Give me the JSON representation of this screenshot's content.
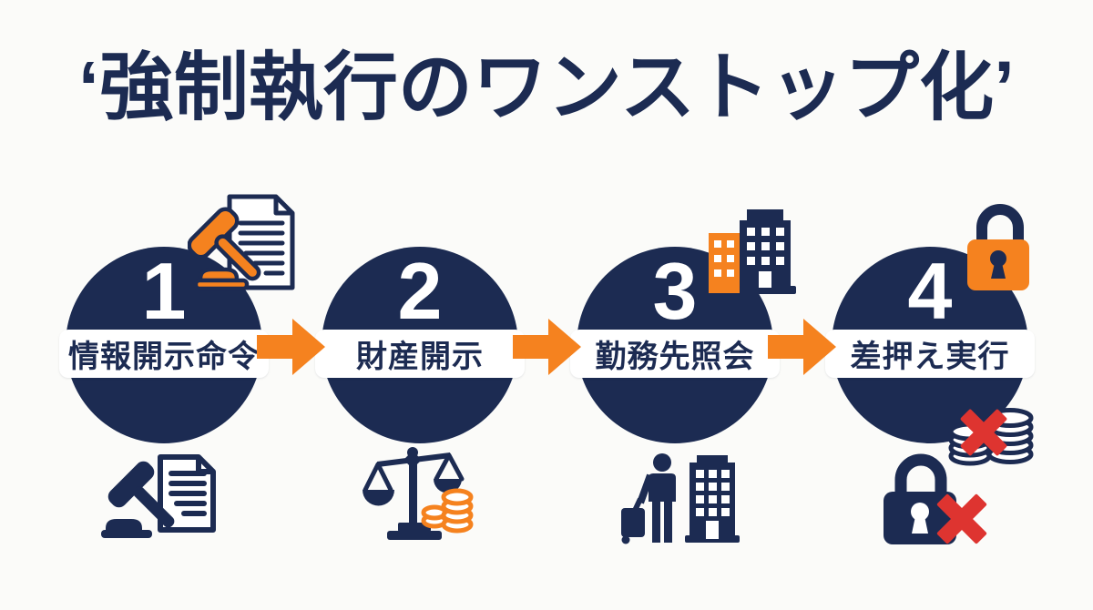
{
  "title": "‘強制執行のワンストップ化’",
  "colors": {
    "navy": "#1C2B52",
    "orange": "#F5821F",
    "red": "#DE3430",
    "band": "#FFFFFF",
    "background": "#FBFBF9"
  },
  "steps": [
    {
      "number": "1",
      "label": "情報開示命令",
      "icons": [
        "gavel-document-orange-icon",
        "gavel-document-navy-icon"
      ]
    },
    {
      "number": "2",
      "label": "財産開示",
      "icons": [
        "scales-of-justice-coins-icon"
      ]
    },
    {
      "number": "3",
      "label": "勤務先照会",
      "icons": [
        "office-buildings-icon",
        "worker-with-luggage-building-icon"
      ]
    },
    {
      "number": "4",
      "label": "差押え実行",
      "icons": [
        "padlock-orange-icon",
        "coins-crossed-out-icon",
        "padlock-navy-crossed-icon"
      ]
    }
  ],
  "arrows": {
    "count": 3,
    "direction": "right"
  }
}
